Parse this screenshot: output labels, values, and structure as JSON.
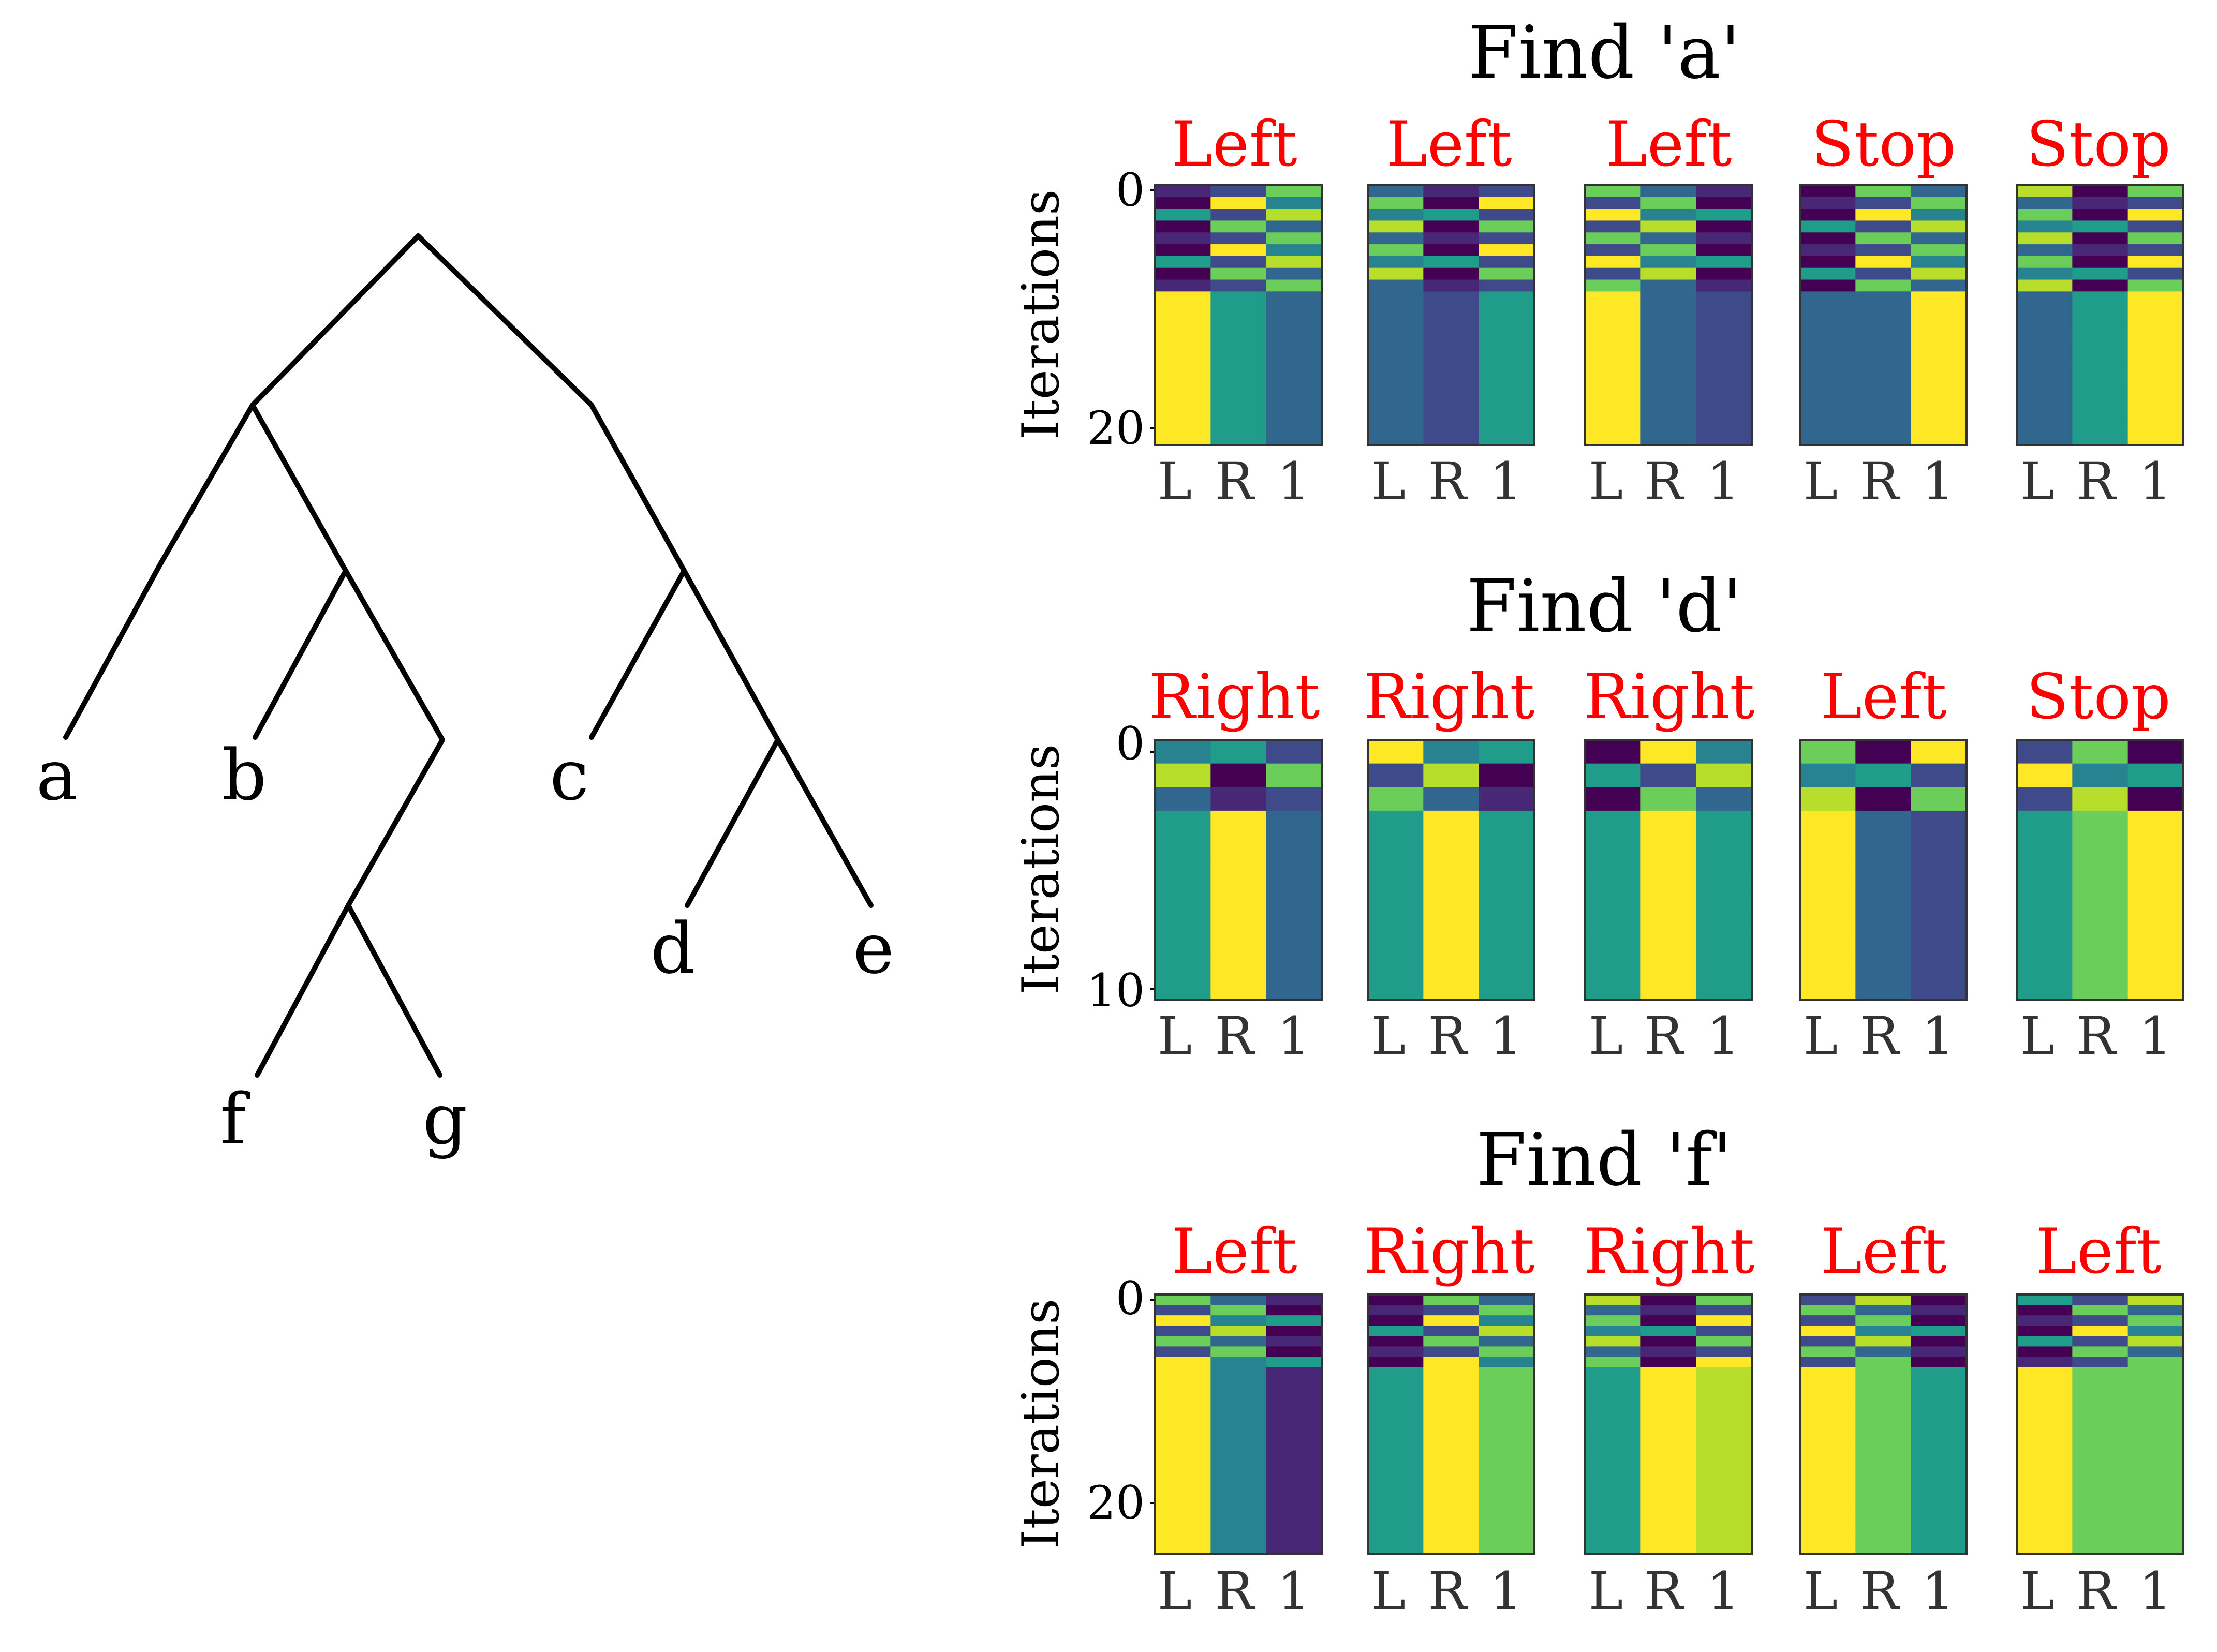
{
  "tree": {
    "leaves": [
      "a",
      "b",
      "c",
      "d",
      "e",
      "f",
      "g"
    ],
    "edge_color": "#000000"
  },
  "colors": {
    "action_label": "#ff0000",
    "title": "#000000",
    "viridis": [
      "#440154",
      "#482777",
      "#3f4a8a",
      "#31678e",
      "#26838f",
      "#1f9d8a",
      "#6cce5a",
      "#b6de2b",
      "#fee825"
    ]
  },
  "chart_data": [
    {
      "type": "heatmap",
      "title": "Find 'a'",
      "ylabel": "Iterations",
      "yticks": [
        0,
        20
      ],
      "iterations": 22,
      "columns": [
        "L",
        "R",
        "1"
      ],
      "panels": [
        {
          "label": "Left"
        },
        {
          "label": "Left"
        },
        {
          "label": "Left"
        },
        {
          "label": "Stop"
        },
        {
          "label": "Stop"
        }
      ]
    },
    {
      "type": "heatmap",
      "title": "Find 'd'",
      "ylabel": "Iterations",
      "yticks": [
        0,
        10
      ],
      "iterations": 11,
      "columns": [
        "L",
        "R",
        "1"
      ],
      "panels": [
        {
          "label": "Right"
        },
        {
          "label": "Right"
        },
        {
          "label": "Right"
        },
        {
          "label": "Left"
        },
        {
          "label": "Stop"
        }
      ]
    },
    {
      "type": "heatmap",
      "title": "Find 'f'",
      "ylabel": "Iterations",
      "yticks": [
        0,
        20
      ],
      "iterations": 25,
      "columns": [
        "L",
        "R",
        "1"
      ],
      "panels": [
        {
          "label": "Left"
        },
        {
          "label": "Right"
        },
        {
          "label": "Right"
        },
        {
          "label": "Left"
        },
        {
          "label": "Left"
        }
      ]
    }
  ]
}
